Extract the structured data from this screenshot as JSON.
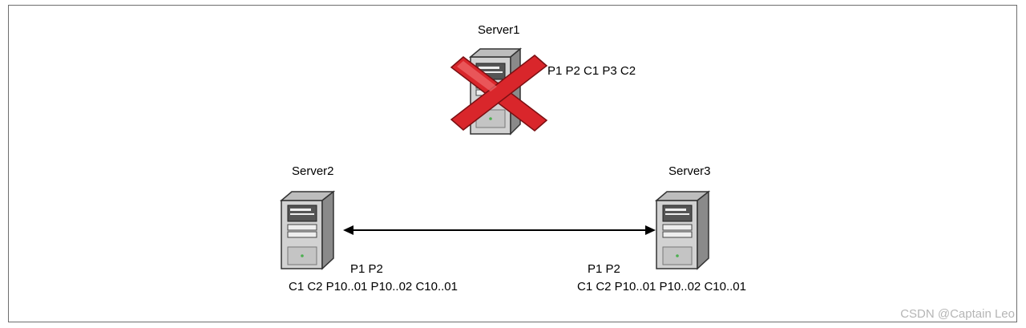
{
  "servers": {
    "server1": {
      "name": "Server1",
      "data_line1": "P1 P2 C1 P3 C2",
      "status": "failed"
    },
    "server2": {
      "name": "Server2",
      "data_line1": "P1  P2",
      "data_line2": "C1  C2  P10..01  P10..02  C10..01"
    },
    "server3": {
      "name": "Server3",
      "data_line1": "P1  P2",
      "data_line2": "C1  C2  P10..01  P10..02  C10..01"
    }
  },
  "connection": {
    "from": "server2",
    "to": "server3",
    "direction": "bidirectional"
  },
  "watermark": "CSDN @Captain Leo",
  "colors": {
    "failure_cross": "#d9262b",
    "frame_border": "#6e6e6e",
    "watermark": "#b5b5b5"
  },
  "icons": {
    "server": "server-tower-icon",
    "failed": "red-x-icon"
  }
}
